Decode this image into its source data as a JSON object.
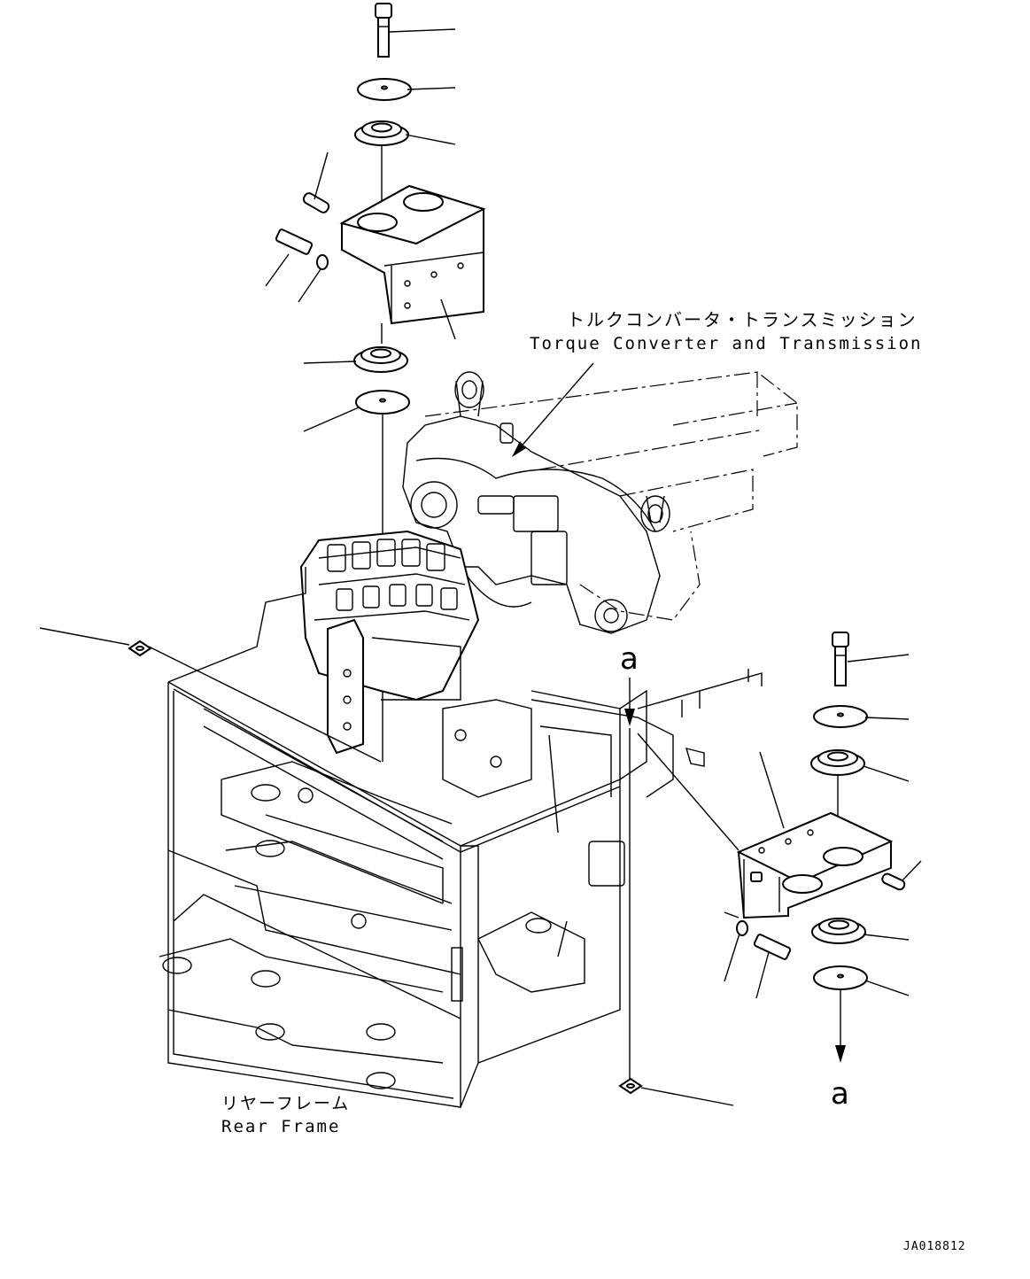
{
  "labels": {
    "torque_converter_jp": "トルクコンバータ・トランスミッション",
    "torque_converter_en": "Torque Converter and Transmission",
    "rear_frame_jp": "リヤーフレーム",
    "rear_frame_en": "Rear Frame",
    "ref_mark_top": "a",
    "ref_mark_bottom": "a",
    "drawing_number": "JA018812"
  }
}
